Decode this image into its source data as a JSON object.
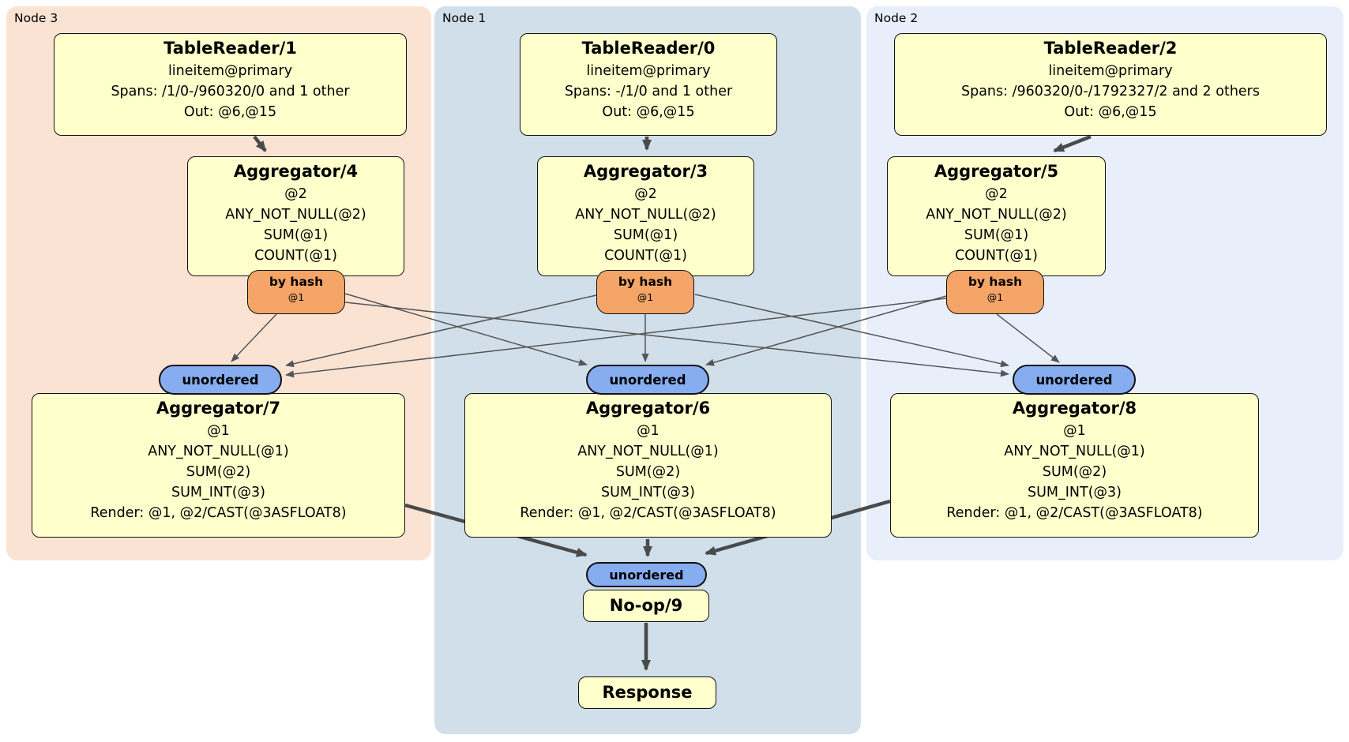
{
  "panels": {
    "node3": {
      "label": "Node 3"
    },
    "node1": {
      "label": "Node 1"
    },
    "node2": {
      "label": "Node 2"
    }
  },
  "boxes": {
    "tr1": {
      "title": "TableReader/1",
      "lines": [
        "lineitem@primary",
        "Spans: /1/0-/960320/0 and 1 other",
        "Out: @6,@15"
      ]
    },
    "tr0": {
      "title": "TableReader/0",
      "lines": [
        "lineitem@primary",
        "Spans: -/1/0 and 1 other",
        "Out: @6,@15"
      ]
    },
    "tr2": {
      "title": "TableReader/2",
      "lines": [
        "lineitem@primary",
        "Spans: /960320/0-/1792327/2 and 2 others",
        "Out: @6,@15"
      ]
    },
    "agg4": {
      "title": "Aggregator/4",
      "lines": [
        "@2",
        "ANY_NOT_NULL(@2)",
        "SUM(@1)",
        "COUNT(@1)"
      ]
    },
    "agg3": {
      "title": "Aggregator/3",
      "lines": [
        "@2",
        "ANY_NOT_NULL(@2)",
        "SUM(@1)",
        "COUNT(@1)"
      ]
    },
    "agg5": {
      "title": "Aggregator/5",
      "lines": [
        "@2",
        "ANY_NOT_NULL(@2)",
        "SUM(@1)",
        "COUNT(@1)"
      ]
    },
    "agg7": {
      "title": "Aggregator/7",
      "lines": [
        "@1",
        "ANY_NOT_NULL(@1)",
        "SUM(@2)",
        "SUM_INT(@3)",
        "Render: @1, @2/CAST(@3ASFLOAT8)"
      ]
    },
    "agg6": {
      "title": "Aggregator/6",
      "lines": [
        "@1",
        "ANY_NOT_NULL(@1)",
        "SUM(@2)",
        "SUM_INT(@3)",
        "Render: @1, @2/CAST(@3ASFLOAT8)"
      ]
    },
    "agg8": {
      "title": "Aggregator/8",
      "lines": [
        "@1",
        "ANY_NOT_NULL(@1)",
        "SUM(@2)",
        "SUM_INT(@3)",
        "Render: @1, @2/CAST(@3ASFLOAT8)"
      ]
    },
    "noop": {
      "title": "No-op/9"
    },
    "response": {
      "title": "Response"
    }
  },
  "routers": [
    {
      "label": "by hash",
      "sub": "@1"
    },
    {
      "label": "by hash",
      "sub": "@1"
    },
    {
      "label": "by hash",
      "sub": "@1"
    }
  ],
  "streams": [
    {
      "label": "unordered"
    },
    {
      "label": "unordered"
    },
    {
      "label": "unordered"
    },
    {
      "label": "unordered"
    }
  ],
  "colors": {
    "node3_bg": "#fbe3d4",
    "node1_bg": "#d0dfe9",
    "node2_bg": "#e9effa",
    "box_bg": "#ffffcc",
    "box_border": "#111111",
    "router_bg": "#f4a567",
    "stream_bg": "#86adf0",
    "edge_thick": "#4a4a4a",
    "edge_thin": "#555555"
  }
}
